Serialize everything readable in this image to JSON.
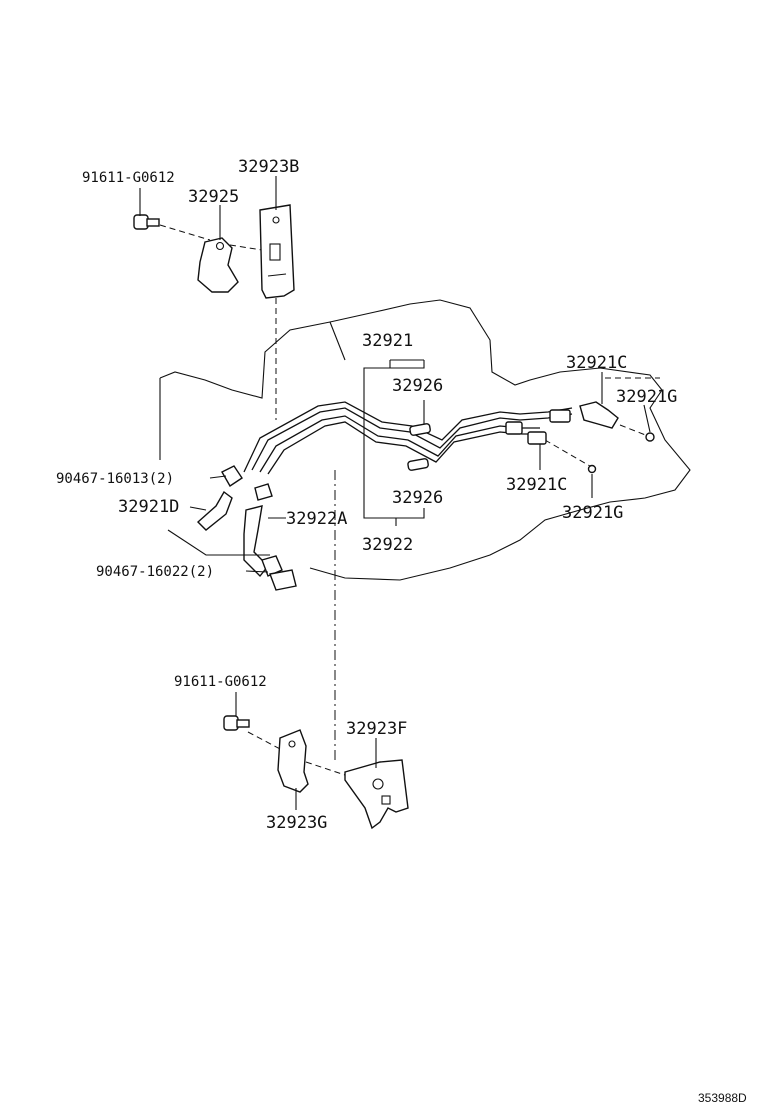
{
  "diagram": {
    "labels": {
      "bolt_top": "91611-G0612",
      "bracket_b": "32923B",
      "clamp_925": "32925",
      "tube_921": "32921",
      "tube_921c_top": "32921C",
      "grommet_926_top": "32926",
      "gasket_921g_top": "32921G",
      "clip_16013": "90467-16013(2)",
      "union_921c_mid": "32921C",
      "hose_921d": "32921D",
      "hose_922a": "32922A",
      "grommet_926_bot": "32926",
      "gasket_921g_bot": "32921G",
      "tube_922": "32922",
      "clip_16022": "90467-16022(2)",
      "bolt_bottom": "91611-G0612",
      "bracket_f": "32923F",
      "bracket_g": "32923G"
    },
    "reference": "353988D"
  }
}
